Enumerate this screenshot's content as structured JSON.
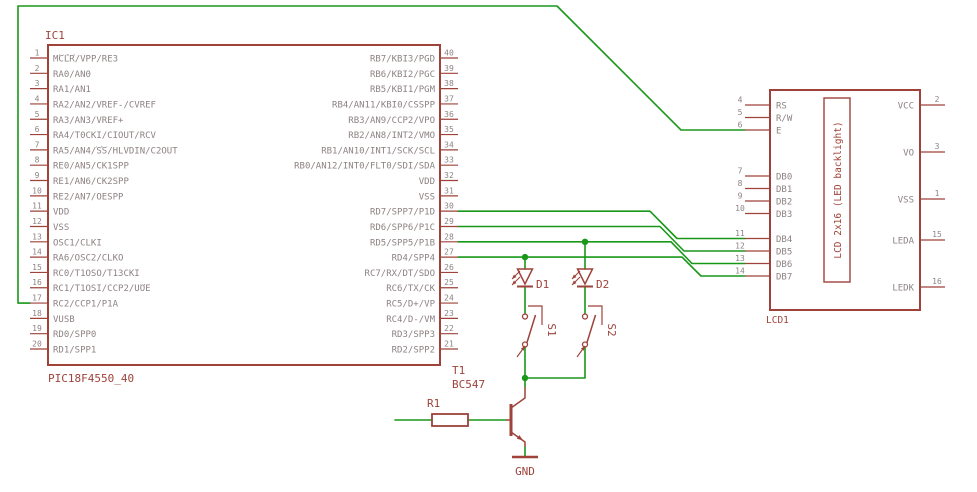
{
  "schematic": {
    "colors": {
      "wire": "#189718",
      "symbol": "#9e423a",
      "pin_text": "#8e8282",
      "background": "#ffffff"
    },
    "ic1": {
      "ref": "IC1",
      "value": "PIC18F4550_40",
      "left_pins": [
        {
          "num": "1",
          "name": [
            {
              "t": "MCLR",
              "ol": true
            },
            {
              "t": "/VPP/RE3"
            }
          ]
        },
        {
          "num": "2",
          "name": "RA0/AN0"
        },
        {
          "num": "3",
          "name": "RA1/AN1"
        },
        {
          "num": "4",
          "name": "RA2/AN2/VREF-/CVREF"
        },
        {
          "num": "5",
          "name": "RA3/AN3/VREF+"
        },
        {
          "num": "6",
          "name": "RA4/T0CKI/CIOUT/RCV"
        },
        {
          "num": "7",
          "name": [
            {
              "t": "RA5/AN4/"
            },
            {
              "t": "SS",
              "ol": true
            },
            {
              "t": "/HLVDIN/C2OUT"
            }
          ]
        },
        {
          "num": "8",
          "name": "RE0/AN5/CK1SPP"
        },
        {
          "num": "9",
          "name": "RE1/AN6/CK2SPP"
        },
        {
          "num": "10",
          "name": "RE2/AN7/OESPP"
        },
        {
          "num": "11",
          "name": "VDD"
        },
        {
          "num": "12",
          "name": "VSS"
        },
        {
          "num": "13",
          "name": "OSC1/CLKI"
        },
        {
          "num": "14",
          "name": "RA6/OSC2/CLKO"
        },
        {
          "num": "15",
          "name": "RC0/T1OSO/T13CKI"
        },
        {
          "num": "16",
          "name": [
            {
              "t": "RC1/T1OSI/CCP2/"
            },
            {
              "t": "UOE",
              "ol": true
            }
          ]
        },
        {
          "num": "17",
          "name": "RC2/CCP1/P1A"
        },
        {
          "num": "18",
          "name": "VUSB"
        },
        {
          "num": "19",
          "name": "RD0/SPP0"
        },
        {
          "num": "20",
          "name": "RD1/SPP1"
        }
      ],
      "right_pins": [
        {
          "num": "40",
          "name": "RB7/KBI3/PGD"
        },
        {
          "num": "39",
          "name": "RB6/KBI2/PGC"
        },
        {
          "num": "38",
          "name": "RB5/KBI1/PGM"
        },
        {
          "num": "37",
          "name": "RB4/AN11/KBI0/CSSPP"
        },
        {
          "num": "36",
          "name": "RB3/AN9/CCP2/VPO"
        },
        {
          "num": "35",
          "name": "RB2/AN8/INT2/VMO"
        },
        {
          "num": "34",
          "name": "RB1/AN10/INT1/SCK/SCL"
        },
        {
          "num": "33",
          "name": "RB0/AN12/INT0/FLT0/SDI/SDA"
        },
        {
          "num": "32",
          "name": "VDD"
        },
        {
          "num": "31",
          "name": "VSS"
        },
        {
          "num": "30",
          "name": "RD7/SPP7/P1D"
        },
        {
          "num": "29",
          "name": "RD6/SPP6/P1C"
        },
        {
          "num": "28",
          "name": "RD5/SPP5/P1B"
        },
        {
          "num": "27",
          "name": "RD4/SPP4"
        },
        {
          "num": "26",
          "name": "RC7/RX/DT/SDO"
        },
        {
          "num": "25",
          "name": "RC6/TX/CK"
        },
        {
          "num": "24",
          "name": "RC5/D+/VP"
        },
        {
          "num": "23",
          "name": "RC4/D-/VM"
        },
        {
          "num": "22",
          "name": "RD3/SPP3"
        },
        {
          "num": "21",
          "name": "RD2/SPP2"
        }
      ]
    },
    "lcd1": {
      "ref": "LCD1",
      "value": "LCD 2x16 (LED backlight)",
      "left_pins": [
        {
          "num": "4",
          "name": "RS"
        },
        {
          "num": "5",
          "name": "R/W"
        },
        {
          "num": "6",
          "name": "E"
        },
        {
          "num": "7",
          "name": "DB0"
        },
        {
          "num": "8",
          "name": "DB1"
        },
        {
          "num": "9",
          "name": "DB2"
        },
        {
          "num": "10",
          "name": "DB3"
        },
        {
          "num": "11",
          "name": "DB4"
        },
        {
          "num": "12",
          "name": "DB5"
        },
        {
          "num": "13",
          "name": "DB6"
        },
        {
          "num": "14",
          "name": "DB7"
        }
      ],
      "right_pins": [
        {
          "num": "2",
          "name": "VCC"
        },
        {
          "num": "3",
          "name": "VO"
        },
        {
          "num": "1",
          "name": "VSS"
        },
        {
          "num": "15",
          "name": "LEDA"
        },
        {
          "num": "16",
          "name": "LEDK"
        }
      ]
    },
    "transistor": {
      "ref": "T1",
      "value": "BC547"
    },
    "resistor": {
      "ref": "R1"
    },
    "leds": [
      {
        "ref": "D1"
      },
      {
        "ref": "D2"
      }
    ],
    "switches": [
      {
        "ref": "S1"
      },
      {
        "ref": "S2"
      }
    ],
    "ground": {
      "label": "GND"
    }
  }
}
